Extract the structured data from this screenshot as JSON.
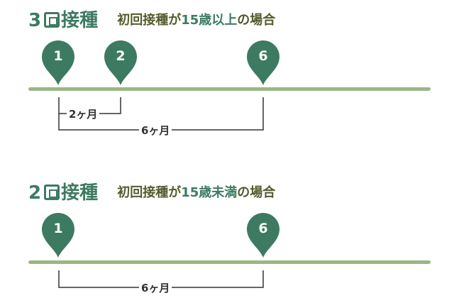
{
  "colors": {
    "accent": "#3d7a62",
    "timeline": "#9bb785",
    "subtitle": "#555a2e",
    "bracket": "#333333"
  },
  "pin_icon": "map-pin",
  "section_3": {
    "title_num": "3",
    "title_kind": "接種",
    "subtitle_pre": "初回接種が",
    "subtitle_age": "15歳以上",
    "subtitle_post": "の場合",
    "pins": [
      "1",
      "2",
      "6"
    ],
    "brackets": {
      "short": "2ヶ月",
      "long": "6ヶ月"
    }
  },
  "section_2": {
    "title_num": "2",
    "title_kind": "接種",
    "subtitle_pre": "初回接種が",
    "subtitle_age": "15歳未満",
    "subtitle_post": "の場合",
    "pins": [
      "1",
      "6"
    ],
    "brackets": {
      "long": "6ヶ月"
    }
  }
}
